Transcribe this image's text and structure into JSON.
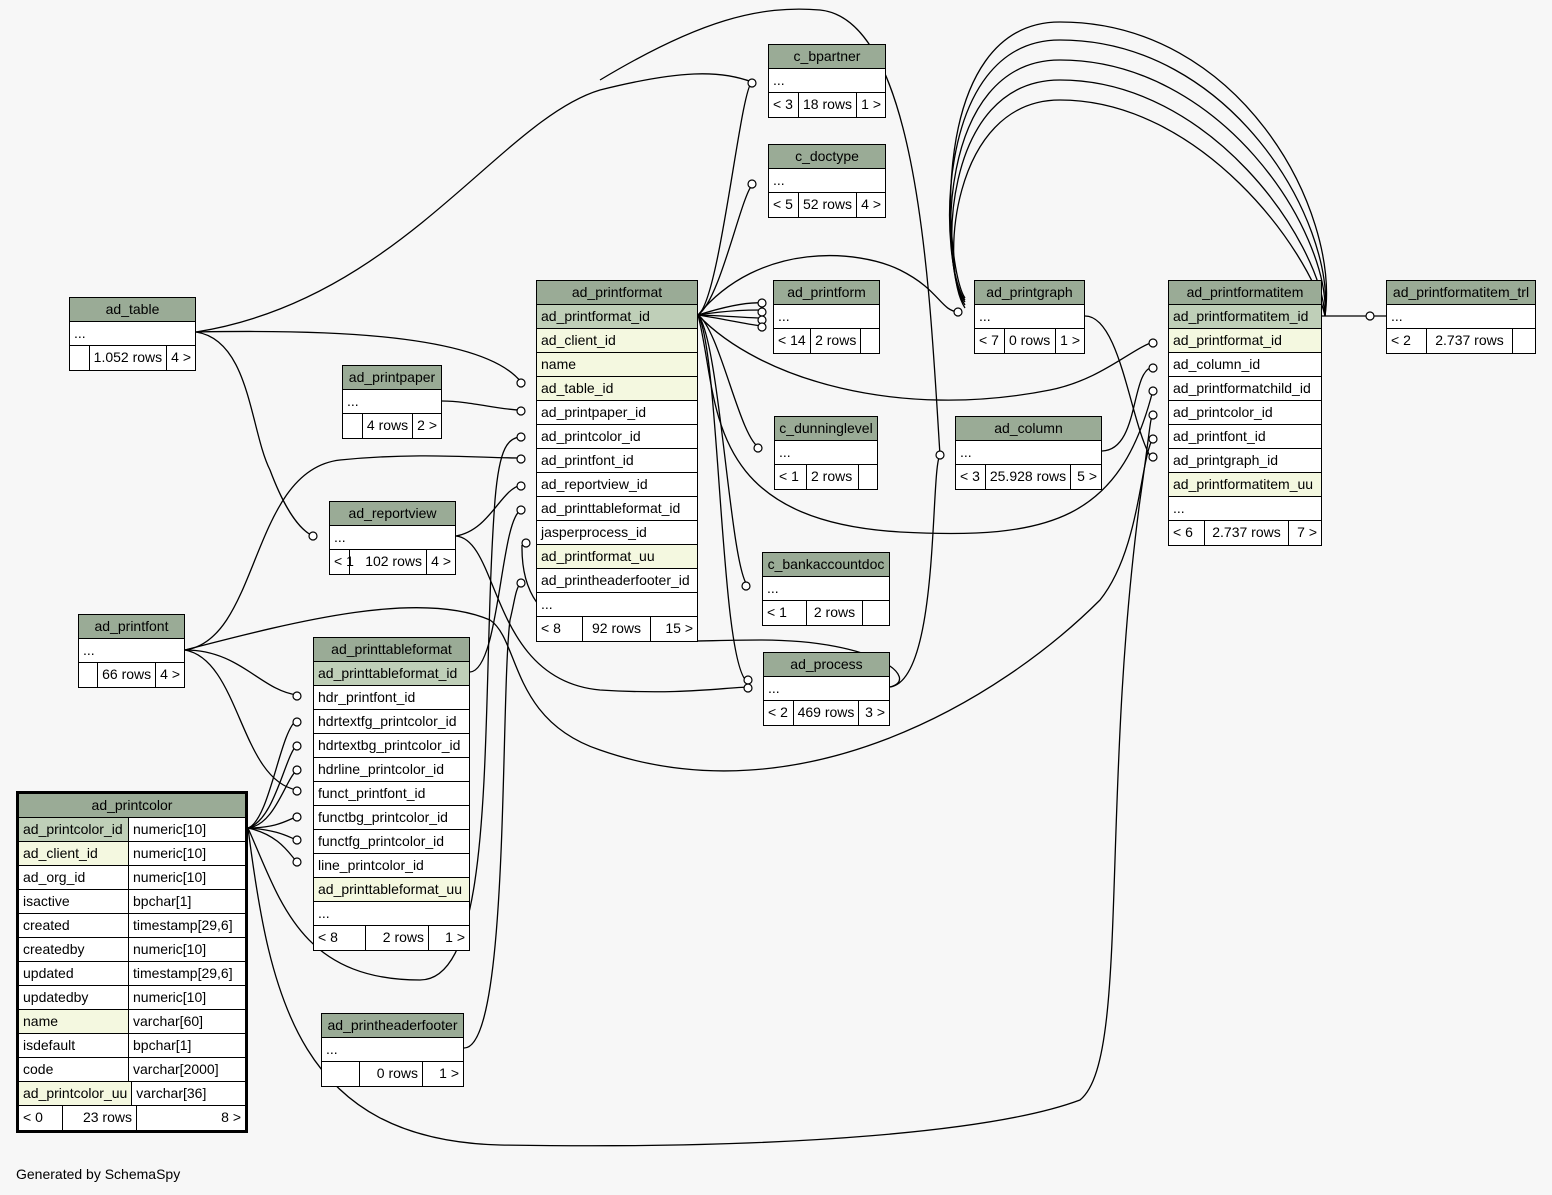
{
  "footer_text": "Generated by SchemaSpy",
  "tables": {
    "ad_table": {
      "title": "ad_table",
      "rows": [
        {
          "name": "...",
          "kind": "plain"
        }
      ],
      "footer": [
        "",
        "1.052 rows",
        "4 >"
      ]
    },
    "ad_printpaper": {
      "title": "ad_printpaper",
      "rows": [
        {
          "name": "...",
          "kind": "plain"
        }
      ],
      "footer": [
        "",
        "4 rows",
        "2 >"
      ]
    },
    "ad_reportview": {
      "title": "ad_reportview",
      "rows": [
        {
          "name": "...",
          "kind": "plain"
        }
      ],
      "footer": [
        "< 1",
        "102 rows",
        "4 >"
      ]
    },
    "ad_printfont": {
      "title": "ad_printfont",
      "rows": [
        {
          "name": "...",
          "kind": "plain"
        }
      ],
      "footer": [
        "",
        "66 rows",
        "4 >"
      ]
    },
    "ad_printformat": {
      "title": "ad_printformat",
      "rows": [
        {
          "name": "ad_printformat_id",
          "kind": "pk"
        },
        {
          "name": "ad_client_id",
          "kind": "idx"
        },
        {
          "name": "name",
          "kind": "idx"
        },
        {
          "name": "ad_table_id",
          "kind": "idx"
        },
        {
          "name": "ad_printpaper_id",
          "kind": "plain"
        },
        {
          "name": "ad_printcolor_id",
          "kind": "plain"
        },
        {
          "name": "ad_printfont_id",
          "kind": "plain"
        },
        {
          "name": "ad_reportview_id",
          "kind": "plain"
        },
        {
          "name": "ad_printtableformat_id",
          "kind": "plain"
        },
        {
          "name": "jasperprocess_id",
          "kind": "plain"
        },
        {
          "name": "ad_printformat_uu",
          "kind": "idx"
        },
        {
          "name": "ad_printheaderfooter_id",
          "kind": "plain"
        },
        {
          "name": "...",
          "kind": "plain"
        }
      ],
      "footer": [
        "< 8",
        "92 rows",
        "15 >"
      ]
    },
    "ad_printtableformat": {
      "title": "ad_printtableformat",
      "rows": [
        {
          "name": "ad_printtableformat_id",
          "kind": "pk"
        },
        {
          "name": "hdr_printfont_id",
          "kind": "plain"
        },
        {
          "name": "hdrtextfg_printcolor_id",
          "kind": "plain"
        },
        {
          "name": "hdrtextbg_printcolor_id",
          "kind": "plain"
        },
        {
          "name": "hdrline_printcolor_id",
          "kind": "plain"
        },
        {
          "name": "funct_printfont_id",
          "kind": "plain"
        },
        {
          "name": "functbg_printcolor_id",
          "kind": "plain"
        },
        {
          "name": "functfg_printcolor_id",
          "kind": "plain"
        },
        {
          "name": "line_printcolor_id",
          "kind": "plain"
        },
        {
          "name": "ad_printtableformat_uu",
          "kind": "idx"
        },
        {
          "name": "...",
          "kind": "plain"
        }
      ],
      "footer": [
        "< 8",
        "2 rows",
        "1 >"
      ]
    },
    "ad_printheaderfooter": {
      "title": "ad_printheaderfooter",
      "rows": [
        {
          "name": "...",
          "kind": "plain"
        }
      ],
      "footer": [
        "",
        "0 rows",
        "1 >"
      ]
    },
    "ad_printcolor": {
      "title": "ad_printcolor",
      "rows": [
        {
          "name": "ad_printcolor_id",
          "type": "numeric[10]",
          "kind": "pk"
        },
        {
          "name": "ad_client_id",
          "type": "numeric[10]",
          "kind": "idx"
        },
        {
          "name": "ad_org_id",
          "type": "numeric[10]",
          "kind": "plain"
        },
        {
          "name": "isactive",
          "type": "bpchar[1]",
          "kind": "plain"
        },
        {
          "name": "created",
          "type": "timestamp[29,6]",
          "kind": "plain"
        },
        {
          "name": "createdby",
          "type": "numeric[10]",
          "kind": "plain"
        },
        {
          "name": "updated",
          "type": "timestamp[29,6]",
          "kind": "plain"
        },
        {
          "name": "updatedby",
          "type": "numeric[10]",
          "kind": "plain"
        },
        {
          "name": "name",
          "type": "varchar[60]",
          "kind": "idx"
        },
        {
          "name": "isdefault",
          "type": "bpchar[1]",
          "kind": "plain"
        },
        {
          "name": "code",
          "type": "varchar[2000]",
          "kind": "plain"
        },
        {
          "name": "ad_printcolor_uu",
          "type": "varchar[36]",
          "kind": "idx"
        }
      ],
      "footer": [
        "< 0",
        "23 rows",
        "8 >"
      ]
    },
    "c_bpartner": {
      "title": "c_bpartner",
      "rows": [
        {
          "name": "...",
          "kind": "plain"
        }
      ],
      "footer": [
        "< 3",
        "18 rows",
        "1 >"
      ]
    },
    "c_doctype": {
      "title": "c_doctype",
      "rows": [
        {
          "name": "...",
          "kind": "plain"
        }
      ],
      "footer": [
        "< 5",
        "52 rows",
        "4 >"
      ]
    },
    "ad_printform": {
      "title": "ad_printform",
      "rows": [
        {
          "name": "...",
          "kind": "plain"
        }
      ],
      "footer": [
        "< 14",
        "2 rows",
        ""
      ]
    },
    "c_dunninglevel": {
      "title": "c_dunninglevel",
      "rows": [
        {
          "name": "...",
          "kind": "plain"
        }
      ],
      "footer": [
        "< 1",
        "2 rows",
        ""
      ]
    },
    "c_bankaccountdoc": {
      "title": "c_bankaccountdoc",
      "rows": [
        {
          "name": "...",
          "kind": "plain"
        }
      ],
      "footer": [
        "< 1",
        "2 rows",
        ""
      ]
    },
    "ad_process": {
      "title": "ad_process",
      "rows": [
        {
          "name": "...",
          "kind": "plain"
        }
      ],
      "footer": [
        "< 2",
        "469 rows",
        "3 >"
      ]
    },
    "ad_printgraph": {
      "title": "ad_printgraph",
      "rows": [
        {
          "name": "...",
          "kind": "plain"
        }
      ],
      "footer": [
        "< 7",
        "0 rows",
        "1 >"
      ]
    },
    "ad_column": {
      "title": "ad_column",
      "rows": [
        {
          "name": "...",
          "kind": "plain"
        }
      ],
      "footer": [
        "< 3",
        "25.928 rows",
        "5 >"
      ]
    },
    "ad_printformatitem": {
      "title": "ad_printformatitem",
      "rows": [
        {
          "name": "ad_printformatitem_id",
          "kind": "pk"
        },
        {
          "name": "ad_printformat_id",
          "kind": "idx"
        },
        {
          "name": "ad_column_id",
          "kind": "plain"
        },
        {
          "name": "ad_printformatchild_id",
          "kind": "plain"
        },
        {
          "name": "ad_printcolor_id",
          "kind": "plain"
        },
        {
          "name": "ad_printfont_id",
          "kind": "plain"
        },
        {
          "name": "ad_printgraph_id",
          "kind": "plain"
        },
        {
          "name": "ad_printformatitem_uu",
          "kind": "idx"
        },
        {
          "name": "...",
          "kind": "plain"
        }
      ],
      "footer": [
        "< 6",
        "2.737 rows",
        "7 >"
      ]
    },
    "ad_printformatitem_trl": {
      "title": "ad_printformatitem_trl",
      "rows": [
        {
          "name": "...",
          "kind": "plain"
        }
      ],
      "footer": [
        "< 2",
        "2.737 rows",
        ""
      ]
    }
  }
}
